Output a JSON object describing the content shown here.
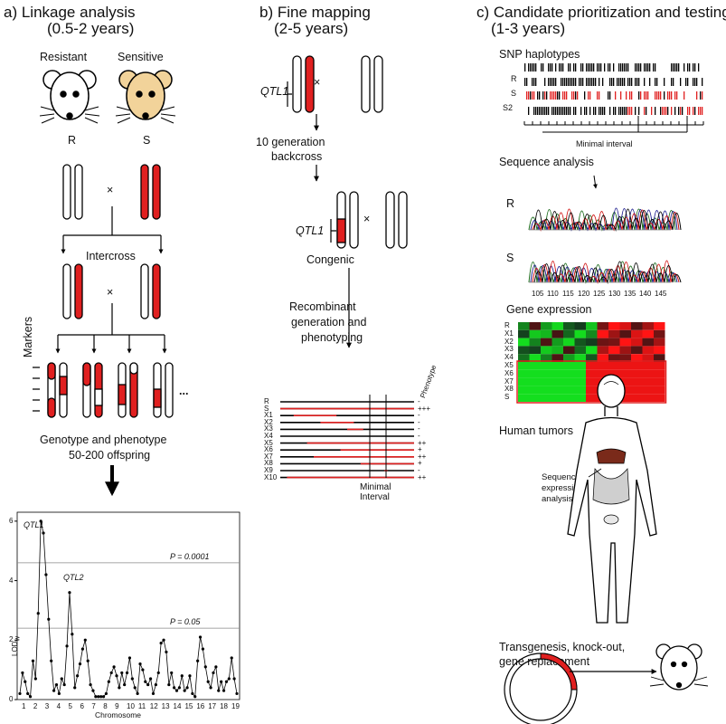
{
  "panel_a": {
    "title_line1": "a) Linkage analysis",
    "title_line2": "(0.5-2 years)",
    "resistant_label": "Resistant",
    "sensitive_label": "Sensitive",
    "r_letter": "R",
    "s_letter": "S",
    "cross_symbol": "×",
    "intercross_label": "Intercross",
    "markers_label": "Markers",
    "ellipsis": "...",
    "genotype_line1": "Genotype and phenotype",
    "genotype_line2": "50-200 offspring",
    "colors": {
      "red": "#e02020",
      "mouse_sensitive": "#f2d39a"
    }
  },
  "panel_b": {
    "title_line1": "b) Fine mapping",
    "title_line2": "(2-5 years)",
    "qtl1_label": "QTL1",
    "backcross_line1": "10 generation",
    "backcross_line2": "backcross",
    "congenic_label": "Congenic",
    "recombinant_line1": "Recombinant",
    "recombinant_line2": "generation and",
    "recombinant_line3": "phenotyping",
    "phenotype_header": "Phenotype",
    "minimal_line1": "Minimal",
    "minimal_line2": "Interval",
    "rows": [
      {
        "label": "R",
        "phen": "-"
      },
      {
        "label": "S",
        "phen": "+++"
      },
      {
        "label": "X1",
        "phen": "-"
      },
      {
        "label": "X2",
        "phen": "-"
      },
      {
        "label": "X3",
        "phen": "-"
      },
      {
        "label": "X4",
        "phen": "-"
      },
      {
        "label": "X5",
        "phen": "++"
      },
      {
        "label": "X6",
        "phen": "+"
      },
      {
        "label": "X7",
        "phen": "++"
      },
      {
        "label": "X8",
        "phen": "+"
      },
      {
        "label": "X9",
        "phen": "-"
      },
      {
        "label": "X10",
        "phen": "++"
      }
    ]
  },
  "panel_c": {
    "title_line1": "c) Candidate prioritization and testing",
    "title_line2": "(1-3 years)",
    "snp_title": "SNP haplotypes",
    "snp_rows": [
      "R",
      "S",
      "S2"
    ],
    "minimal_interval": "Minimal interval",
    "seq_title": "Sequence analysis",
    "seq_r": "R",
    "seq_s": "S",
    "seq_ticks": [
      "105",
      "110",
      "115",
      "120",
      "125",
      "130",
      "135",
      "140",
      "145"
    ],
    "gene_expr_title": "Gene expression",
    "expr_rows": [
      "R",
      "X1",
      "X2",
      "X3",
      "X4",
      "X5",
      "X6",
      "X7",
      "X8",
      "S"
    ],
    "human_title": "Human tumors",
    "human_note_line1": "Sequence,",
    "human_note_line2": "expression",
    "human_note_line3": "analysis",
    "transgenesis_line1": "Transgenesis, knock-out,",
    "transgenesis_line2": "gene replacement"
  },
  "chart_data": {
    "type": "line",
    "title": "",
    "xlabel": "Chromosome",
    "ylabel": "LOD",
    "ylabel_subscript": "W",
    "ylim": [
      0,
      6.3
    ],
    "y_ticks": [
      0,
      2,
      4,
      6
    ],
    "x_ticks": [
      "1",
      "2",
      "3",
      "4",
      "5",
      "6",
      "7",
      "8",
      "9",
      "10",
      "11",
      "12",
      "13",
      "14",
      "15",
      "16",
      "17",
      "18",
      "19"
    ],
    "thresholds": [
      {
        "label": "P = 0.0001",
        "value": 4.6
      },
      {
        "label": "P = 0.05",
        "value": 2.4
      }
    ],
    "annotations": [
      {
        "label": "QTL1",
        "chromosome": "2",
        "value": 6.0
      },
      {
        "label": "QTL2",
        "chromosome": "4",
        "value": 3.6
      }
    ],
    "series": [
      {
        "values": [
          0.2,
          0.9,
          0.6,
          0.2,
          0.1,
          1.3,
          0.7,
          2.9,
          6.0,
          5.6,
          4.2,
          2.7,
          1.3,
          0.3,
          0.5,
          0.2,
          0.7,
          0.5,
          1.8,
          3.6,
          2.2,
          0.4,
          0.8,
          1.2,
          1.7,
          2.0,
          1.3,
          0.5,
          0.3,
          0.1,
          0.1,
          0.1,
          0.1,
          0.2,
          0.6,
          0.9,
          1.1,
          0.8,
          0.4,
          0.9,
          0.5,
          0.9,
          1.4,
          0.7,
          0.4,
          0.2,
          1.2,
          1.0,
          0.6,
          0.5,
          0.7,
          0.2,
          0.5,
          0.9,
          1.9,
          2.0,
          1.6,
          0.5,
          0.9,
          0.4,
          0.3,
          0.4,
          0.8,
          0.3,
          0.4,
          0.8,
          0.2,
          0.1,
          1.3,
          2.1,
          1.7,
          1.1,
          0.6,
          0.4,
          0.9,
          1.1,
          0.3,
          0.6,
          0.3,
          0.6,
          0.7,
          1.4,
          0.7,
          0.2
        ]
      }
    ]
  }
}
